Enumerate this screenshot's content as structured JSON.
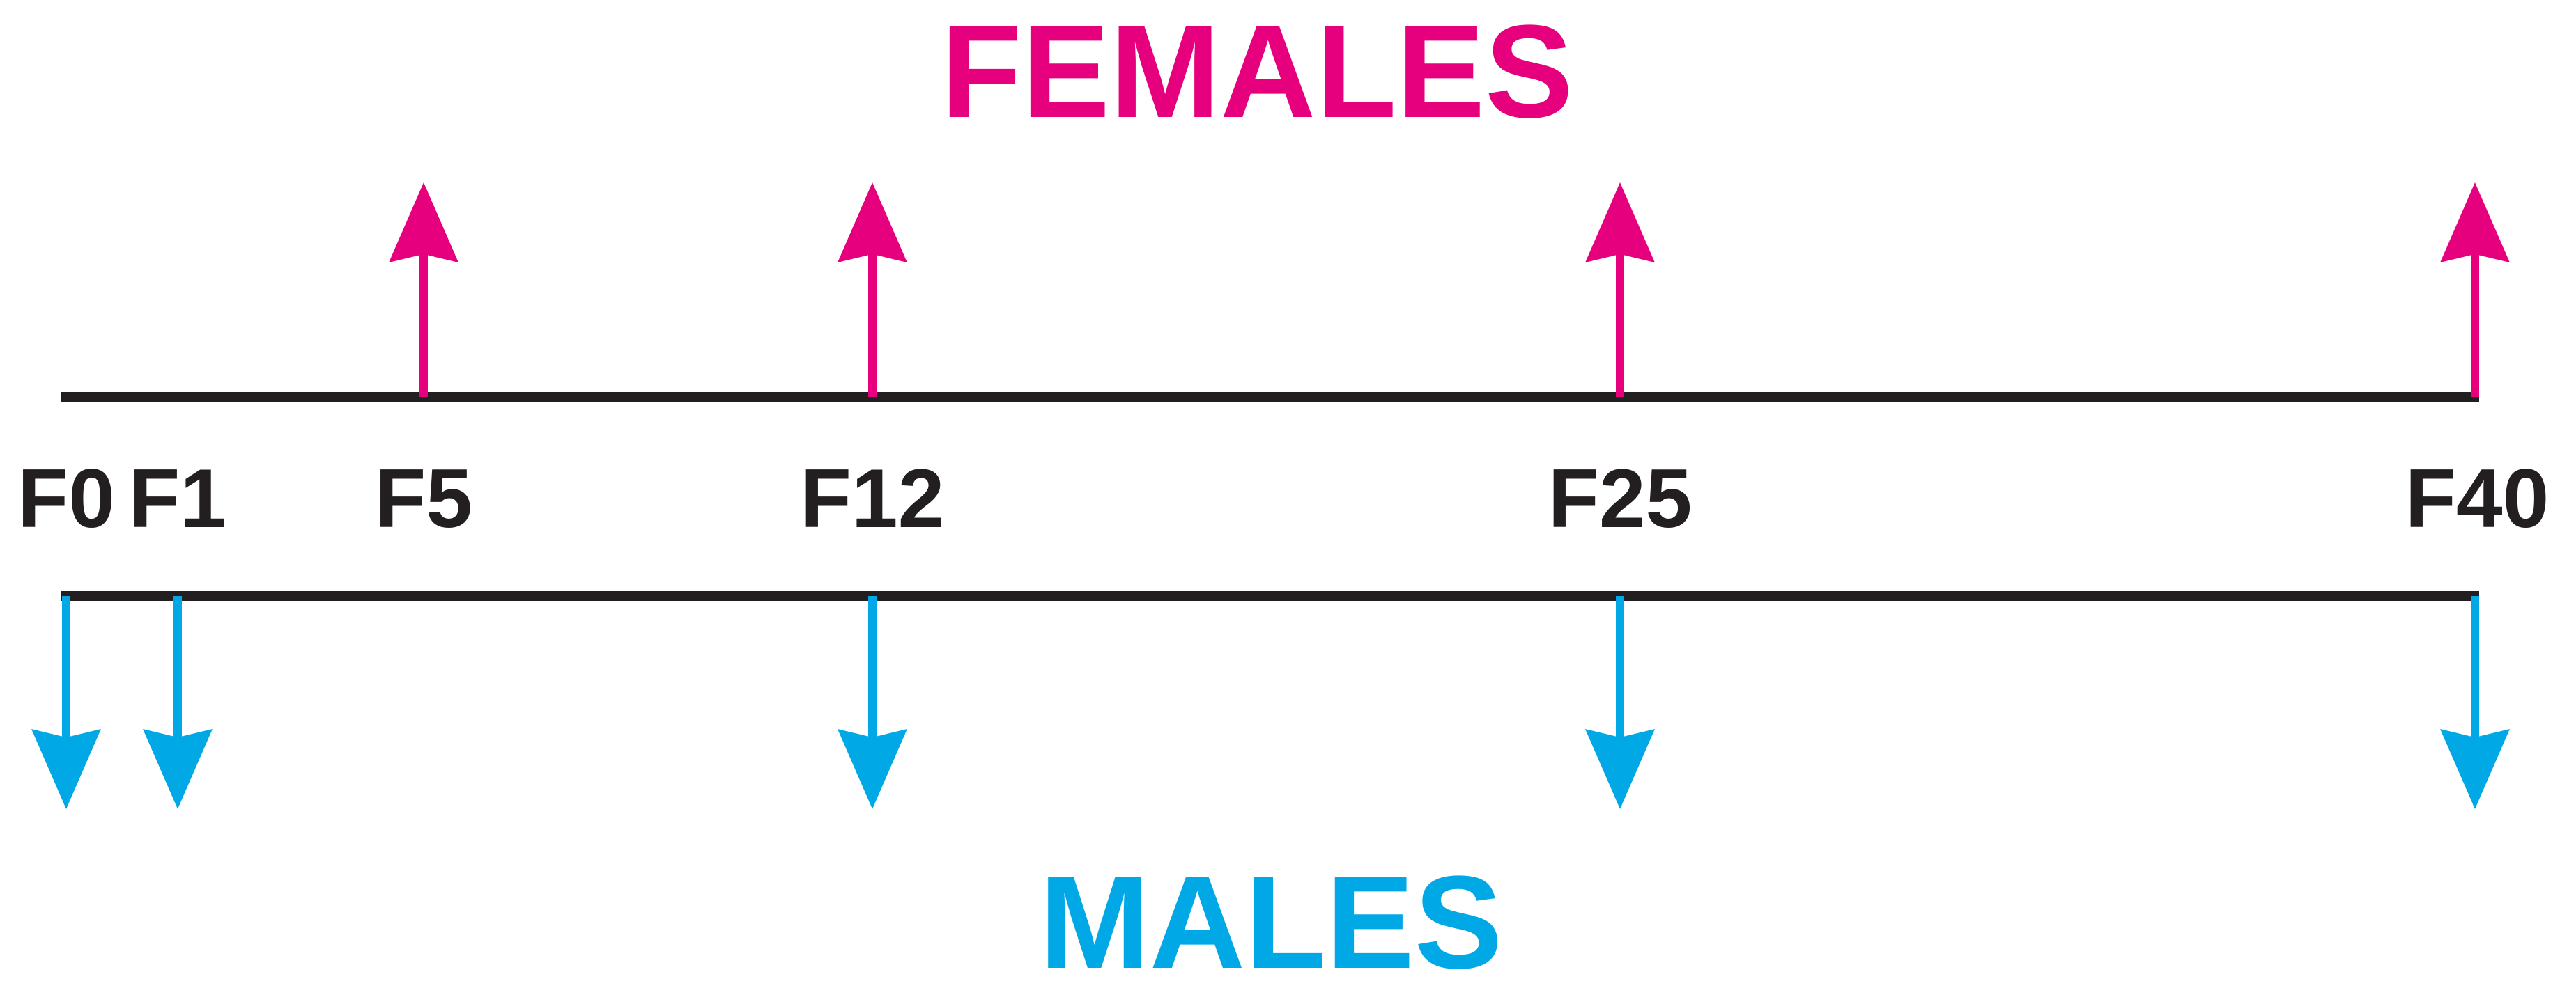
{
  "title_top": "FEMALES",
  "title_bottom": "MALES",
  "colors": {
    "female": "#E6007E",
    "male": "#00A9E6",
    "line": "#231F20",
    "text": "#231F20"
  },
  "generations": [
    {
      "label": "F0",
      "gen": 0
    },
    {
      "label": "F1",
      "gen": 1
    },
    {
      "label": "F5",
      "gen": 5
    },
    {
      "label": "F12",
      "gen": 12
    },
    {
      "label": "F25",
      "gen": 25
    },
    {
      "label": "F40",
      "gen": 40
    }
  ],
  "female_samples": [
    5,
    12,
    25,
    40
  ],
  "male_samples": [
    0,
    1,
    12,
    25,
    40
  ]
}
